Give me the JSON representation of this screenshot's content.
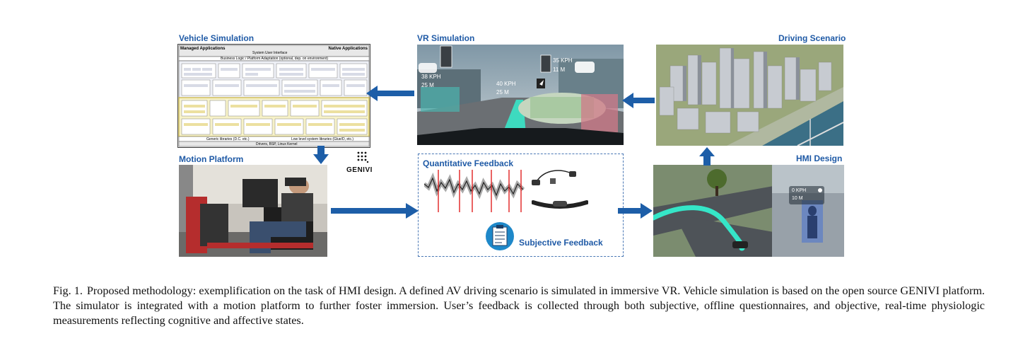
{
  "labels": {
    "vehicle_simulation": "Vehicle Simulation",
    "vr_simulation": "VR Simulation",
    "driving_scenario": "Driving Scenario",
    "motion_platform": "Motion Platform",
    "quantitative_feedback": "Quantitative Feedback",
    "subjective_feedback": "Subjective Feedback",
    "hmi_design": "HMI Design",
    "genivi": "GENIVI"
  },
  "vehicle_sim_texts": {
    "managed": "Managed Applications",
    "native": "Native Applications",
    "system_ui": "System User Interface",
    "business_logic": "Business Logic / Platform Adaptation (optional, dep. on environment)",
    "generic_libs": "Generic libraries (D.C. etc.)",
    "low_level": "Low level system libraries (Glue/D, etc.)",
    "drivers": "Drivers, BSP, Linux Kernel"
  },
  "vr_hud": {
    "speed_left": "38 KPH",
    "dist_left": "25 M",
    "speed_right": "35 KPH",
    "dist_right": "11 M",
    "speed_mid": "40 KPH",
    "dist_mid": "25 M"
  },
  "hmi_hud": {
    "speed": "0 KPH",
    "dist": "10 M"
  },
  "colors": {
    "label_blue": "#1f5aa6",
    "arrow_blue": "#1d5ea8",
    "signal_red": "#e02020",
    "vs_yellow": "#d9c64a"
  },
  "caption": {
    "fig_label": "Fig. 1.",
    "text": "Proposed methodology: exemplification on the task of HMI design. A defined AV driving scenario is simulated in immersive VR. Vehicle simulation is based on the open source GENIVI platform. The simulator is integrated with a motion platform to further foster immersion. User’s feedback is collected through both subjective, offline questionnaires, and objective, real-time physiologic measurements reflecting cognitive and affective states."
  }
}
